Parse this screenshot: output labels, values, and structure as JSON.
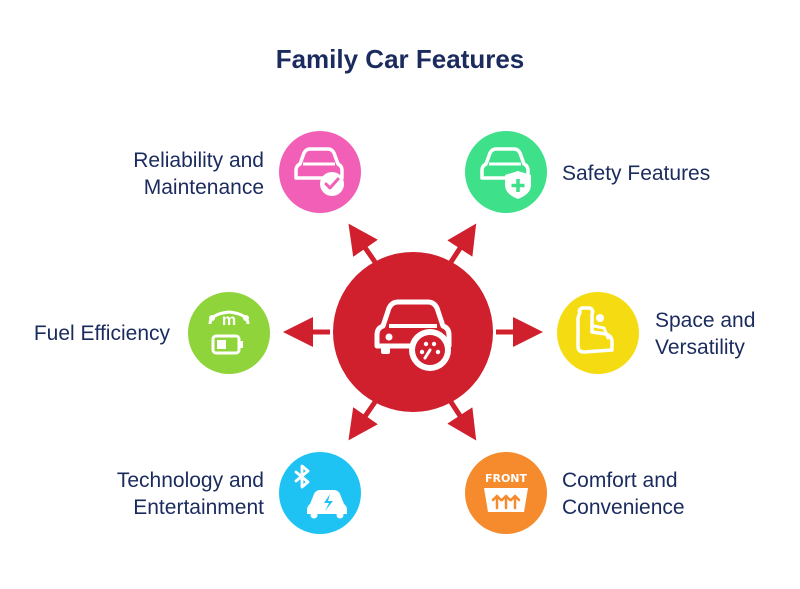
{
  "title": "Family Car Features",
  "colors": {
    "center": "#d0202d",
    "title_text": "#1b2b5e",
    "reliability": "#f25fb6",
    "safety": "#3ee08a",
    "fuel": "#8fd43a",
    "space": "#f5dc12",
    "technology": "#1fc3f3",
    "comfort": "#f58b2c"
  },
  "center": {
    "icon": "car-gauge-icon"
  },
  "features": [
    {
      "id": "reliability",
      "lines": [
        "Reliability and",
        "Maintenance"
      ],
      "icon": "car-check-icon"
    },
    {
      "id": "safety",
      "lines": [
        "Safety Features"
      ],
      "icon": "car-shield-plus-icon"
    },
    {
      "id": "fuel",
      "lines": [
        "Fuel Efficiency"
      ],
      "icon": "fuel-gauge-battery-icon"
    },
    {
      "id": "space",
      "lines": [
        "Space and",
        "Versatility"
      ],
      "icon": "car-seat-icon"
    },
    {
      "id": "technology",
      "lines": [
        "Technology and",
        "Entertainment"
      ],
      "icon": "bluetooth-car-icon"
    },
    {
      "id": "comfort",
      "lines": [
        "Comfort and",
        "Convenience"
      ],
      "icon": "front-defrost-icon",
      "icon_text": "FRONT"
    }
  ]
}
